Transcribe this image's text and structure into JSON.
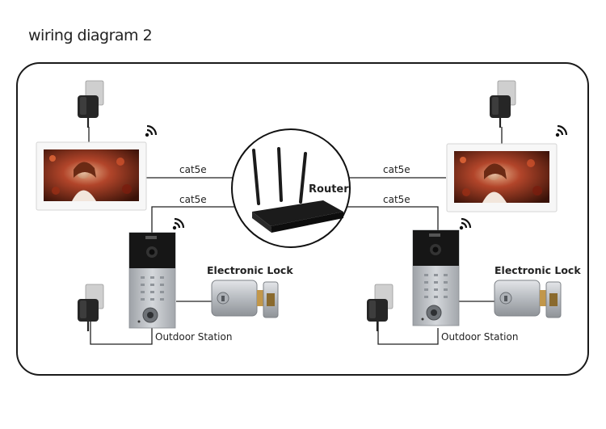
{
  "title": "wiring diagram 2",
  "labels": {
    "router": "Router",
    "cable_left_top": "cat5e",
    "cable_left_bottom": "cat5e",
    "cable_right_top": "cat5e",
    "cable_right_bottom": "cat5e",
    "lock_left": "Electronic Lock",
    "lock_right": "Electronic Lock",
    "station_left": "Outdoor Station",
    "station_right": "Outdoor Station"
  },
  "colors": {
    "frame": "#1a1a1a",
    "line": "#222222",
    "router": "#1b1b1b",
    "panel_silver": "#b9bcc0",
    "panel_black": "#151515",
    "lock_silver": "#c9ccd0",
    "lock_gold": "#b88a3a",
    "screen_warm": "#8b2a1a"
  }
}
